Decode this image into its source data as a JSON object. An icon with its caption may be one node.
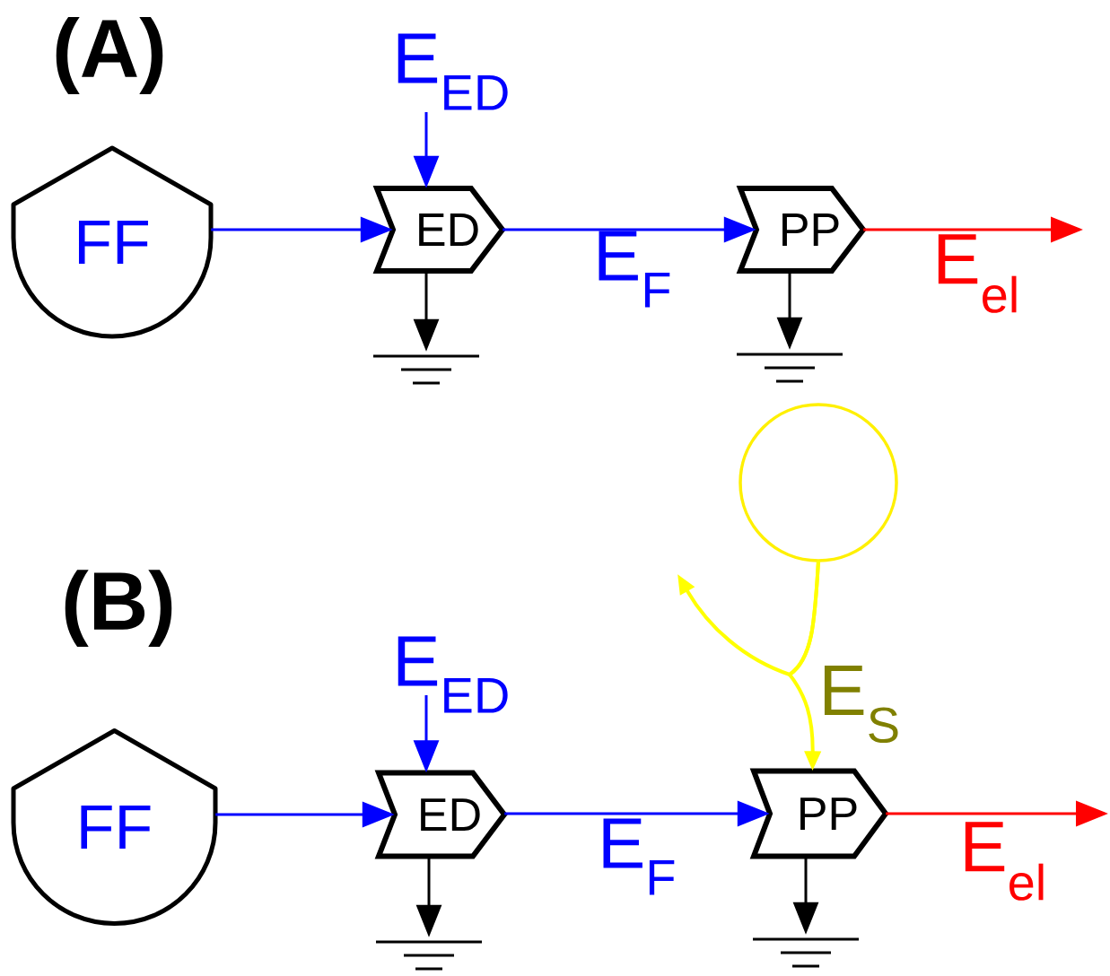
{
  "diagram": {
    "nodes": [
      {
        "text": [
          "FF"
        ]
      },
      {
        "text": [
          "ED"
        ]
      },
      {
        "text": [
          "PP"
        ]
      },
      {
        "text": [],
        "shape": "ground"
      },
      {
        "text": [],
        "shape": "ground"
      },
      {
        "text": [
          "FF"
        ]
      },
      {
        "text": [
          "ED"
        ]
      },
      {
        "text": [
          "PP"
        ]
      },
      {
        "text": [],
        "shape": "ground"
      },
      {
        "text": [],
        "shape": "ground"
      },
      {
        "text": [],
        "shape": "circle"
      }
    ],
    "edges": [
      {
        "from": null,
        "to": 1,
        "arrow": "to",
        "label": "E$_{ED}$"
      },
      {
        "from": 0,
        "to": 1,
        "arrow": "to"
      },
      {
        "from": 1,
        "to": 2,
        "arrow": "to",
        "label": "E$_{F}$"
      },
      {
        "from": 1,
        "to": 3,
        "arrow": "to",
        "color": "#000000"
      },
      {
        "from": 2,
        "to": null,
        "arrow": "to",
        "label": "E$_{el}$",
        "color": "#ff0000"
      },
      {
        "from": 2,
        "to": 4,
        "arrow": "to",
        "color": "#000000"
      },
      {
        "from": null,
        "to": 6,
        "arrow": "to",
        "label": "E$_{ED}$"
      },
      {
        "from": 5,
        "to": 6,
        "arrow": "to"
      },
      {
        "from": 6,
        "to": 7,
        "arrow": "to",
        "label": "E$_{F}$"
      },
      {
        "from": 6,
        "to": 8,
        "arrow": "to",
        "color": "#000000"
      },
      {
        "from": 7,
        "to": null,
        "arrow": "to",
        "label": "E$_{el}$",
        "color": "#ff0000"
      },
      {
        "from": 7,
        "to": 9,
        "arrow": "to",
        "color": "#000000"
      },
      {
        "from": 10,
        "to": null,
        "arrow": "to",
        "color": "#ffff00"
      },
      {
        "from": 10,
        "to": 7,
        "arrow": "to",
        "label": "E$_{S}$",
        "color": "#ffff00"
      }
    ],
    "labels": [
      "(A)",
      "(B)"
    ]
  }
}
